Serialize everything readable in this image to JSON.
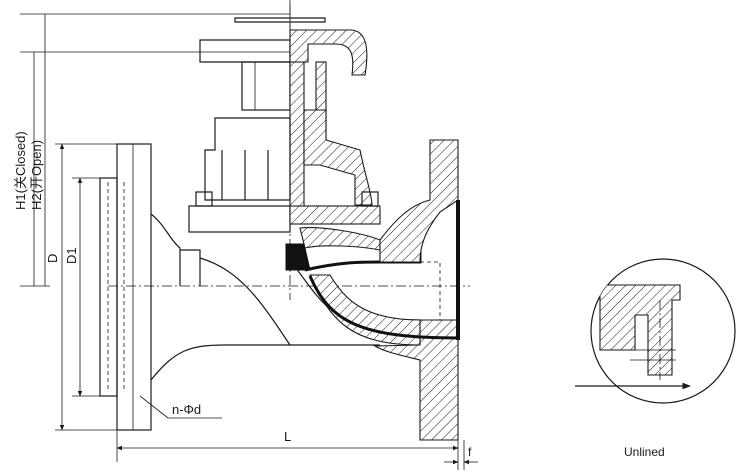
{
  "dimensions": {
    "h1": "H1(关Closed)",
    "h2": "H2(开Open)",
    "d": "D",
    "d1": "D1",
    "l": "L",
    "f": "f",
    "bolts": "n-Φd"
  },
  "detail": {
    "caption": "Unlined"
  }
}
